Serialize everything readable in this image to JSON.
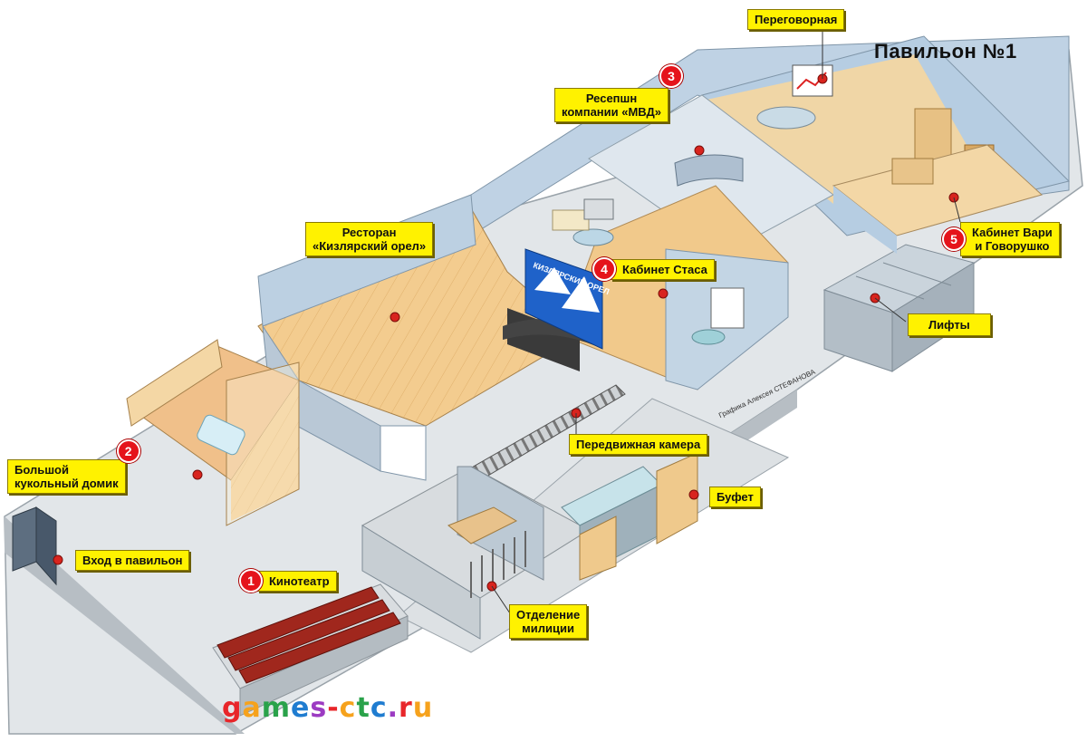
{
  "title": "Павильон №1",
  "credit": "Графика Алексея СТЕФАНОВА",
  "website": "games-ctc.ru",
  "banner_text": "КИЗЛЯРСКИЙ ОРЕЛ",
  "callouts": {
    "kinoteatr": {
      "num": "1",
      "label": "Кинотеатр"
    },
    "dollhouse": {
      "num": "2",
      "label": "Большой\nкукольный домик"
    },
    "reception": {
      "num": "3",
      "label": "Ресепшн\nкомпании «МВД»"
    },
    "stas": {
      "num": "4",
      "label": "Кабинет Стаса"
    },
    "varya": {
      "num": "5",
      "label": "Кабинет Вари\nи Говорушко"
    },
    "entrance": {
      "label": "Вход в павильон"
    },
    "restaurant": {
      "label": "Ресторан\n«Кизлярский орел»"
    },
    "meeting": {
      "label": "Переговорная"
    },
    "camera": {
      "label": "Передвижная камера"
    },
    "buffet": {
      "label": "Буфет"
    },
    "police": {
      "label": "Отделение\nмилиции"
    },
    "lifts": {
      "label": "Лифты"
    }
  },
  "colors": {
    "label_bg": "#fff200",
    "badge": "#e5131b",
    "floor": "#dfe3e6",
    "wall_blue": "#b8cde0",
    "wood": "#f1c98b",
    "marker": "#d8241e"
  }
}
